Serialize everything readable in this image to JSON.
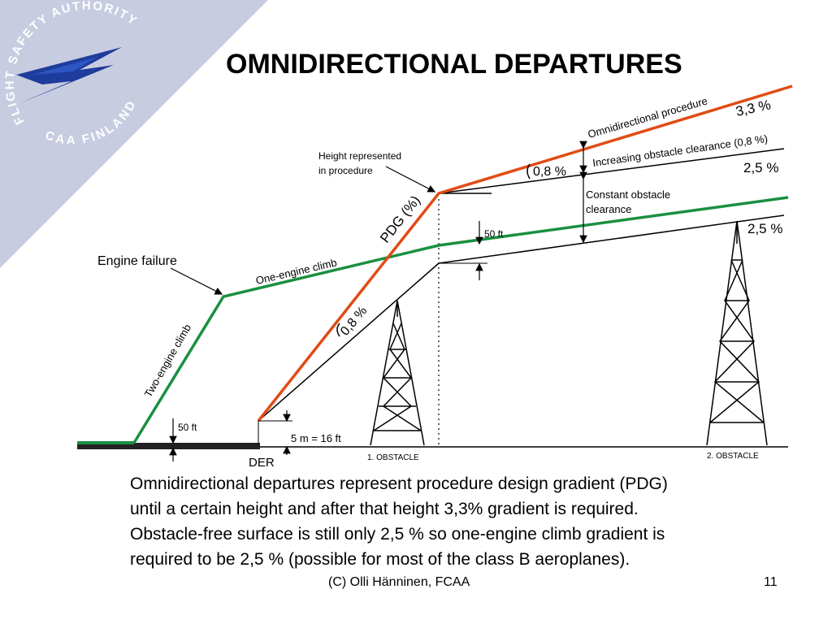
{
  "slide": {
    "title": "OMNIDIRECTIONAL DEPARTURES",
    "body_lines": [
      "Omnidirectional departures represent procedure design gradient (PDG)",
      "until a certain height and after that height 3,3% gradient is required.",
      "Obstacle-free surface is still only 2,5 % so one-engine climb gradient is",
      "required to be 2,5 % (possible for most of the class B aeroplanes)."
    ],
    "footer_credit": "(C) Olli Hänninen, FCAA",
    "page_number": "11"
  },
  "logo": {
    "arc_text": "FLIGHT SAFETY AUTHORITY",
    "bottom_text": "CAA FINLAND",
    "icon": "lightning-bolt-emblem",
    "color": "#1e3c9c"
  },
  "diagram": {
    "colors": {
      "pdg_line": "#e04c14",
      "one_engine_line": "#1a9040",
      "lines": "#000000",
      "runway": "#222222",
      "logo_bg": "#c8cce0"
    },
    "labels": {
      "omni_procedure": "Omnidirectional procedure",
      "pct_3_3": "3,3 %",
      "increasing_clearance": "Increasing obstacle clearance (0,8 %)",
      "pct_0_8_upper": "0,8 %",
      "pct_2_5_upper": "2,5 %",
      "height_represented_line1": "Height represented",
      "height_represented_line2": "in procedure",
      "constant_clearance_line1": "Constant obstacle",
      "constant_clearance_line2": "clearance",
      "pdg": "PDG (%)",
      "ft_50_right": "50 ft",
      "pct_2_5_lower": "2,5 %",
      "engine_failure": "Engine failure",
      "one_engine_climb": "One-engine climb",
      "two_engine_climb": "Two-engine climb",
      "pct_0_8_lower": "0,8 %",
      "ft_50_left": "50 ft",
      "five_m": "5 m = 16 ft",
      "der": "DER",
      "obstacle_1": "1. OBSTACLE",
      "obstacle_2": "2. OBSTACLE"
    }
  }
}
